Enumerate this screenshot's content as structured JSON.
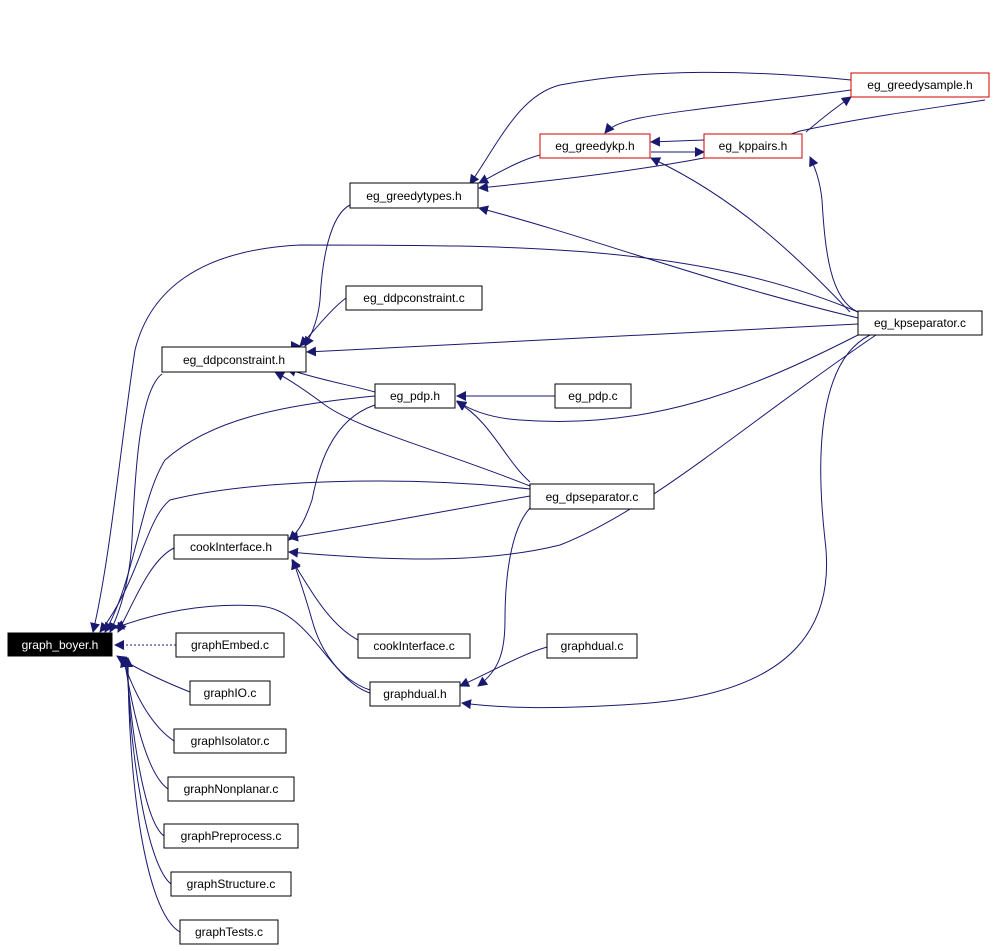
{
  "colors": {
    "edge": "#191970",
    "red_border": "#d00000",
    "root_fill": "#000000"
  },
  "nodes": {
    "graph_boyer_h": "graph_boyer.h",
    "graphEmbed_c": "graphEmbed.c",
    "graphIO_c": "graphIO.c",
    "graphIsolator_c": "graphIsolator.c",
    "graphNonplanar_c": "graphNonplanar.c",
    "graphPreprocess_c": "graphPreprocess.c",
    "graphStructure_c": "graphStructure.c",
    "graphTests_c": "graphTests.c",
    "cookInterface_h": "cookInterface.h",
    "cookInterface_c": "cookInterface.c",
    "graphdual_h": "graphdual.h",
    "graphdual_c": "graphdual.c",
    "eg_ddpconstraint_h": "eg_ddpconstraint.h",
    "eg_ddpconstraint_c": "eg_ddpconstraint.c",
    "eg_pdp_h": "eg_pdp.h",
    "eg_pdp_c": "eg_pdp.c",
    "eg_dpseparator_c": "eg_dpseparator.c",
    "eg_greedytypes_h": "eg_greedytypes.h",
    "eg_greedykp_h": "eg_greedykp.h",
    "eg_kppairs_h": "eg_kppairs.h",
    "eg_greedysample_h": "eg_greedysample.h",
    "eg_kpseparator_c": "eg_kpseparator.c"
  }
}
